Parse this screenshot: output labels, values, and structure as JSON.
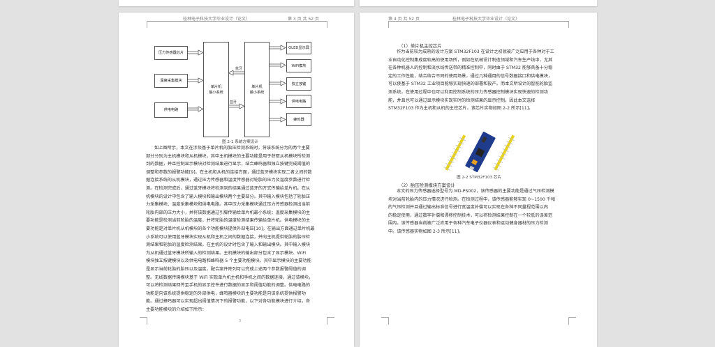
{
  "viewer": {
    "background": "#e2e2e2"
  },
  "page_left": {
    "header_title": "桂林电子科技大学毕业设计（论文）",
    "header_page": "第 3 页  共 52 页",
    "diagram": {
      "left_inputs": [
        "压力传感器芯片",
        "温度采集模块",
        "供电电路"
      ],
      "mcu_left": [
        "单片机",
        "最小系统"
      ],
      "mcu_right": [
        "单片机",
        "最小系统"
      ],
      "link_top": "蓝牙",
      "link_bottom": "蓝牙",
      "right_outputs": [
        "OLED显示屏",
        "WiFi模块",
        "独立按键",
        "供电电路",
        "蜂鸣器"
      ]
    },
    "figure_caption": "图 2-1  系统方案设计",
    "body_lines": [
      "如上图所示，本文在涉及基于单片机的胎压检测系统时，将该系统分为的两个主要",
      "部分分别为主机模块和从机模块，其中主机模块的主要功能是用于获取从机模块所检测",
      "到的数据，并且控制显示模块对检测结果进行显示，结合蜂鸣器和独立按键完成阈值的",
      "调整和参数的报警功能[9]。在主机和从机的连接方面，通过蓝牙模块实现二者之间的数",
      "据连接系统的从机模块，通过压力传感器和温度传感器对轮胎的压力及温度参数进行检",
      "测。在检测完成后，通过蓝牙模块将检测到的结果通过蓝牙的方式传输给单片机。在从",
      "机模块的设计中包含了输入模块和输出模块两个主要部分。其中输入模块包括了轮胎压",
      "力采集模块、温度采集模块和供电电路。其中压力采集模块通过压力传感器检测出当前",
      "轮胎内部的压力大小，并将该数据通过引脚传输给单片机最小系统；温度采集模块的主",
      "要功能是检测当前轮胎的温度，并将轮胎的温度检测结果传输给单片机。供电模块的主",
      "要功能是对单片机从机模块的各个功能模块提供外部电压[10]。在输出方面通过单片机最",
      "小系统可以使用蓝牙模块实现从机和主机之间的数据连接，并向主机提供轮胎的胎压检",
      "测结果和轮胎的温度检测结果。在主机的设计时包含了输入和输出模块。其中输入模块",
      "为从机通过蓝牙模块所输入的检测结果。主机模块的输出部分包含了显示模块、WiFi",
      "模块独立按键模块以及供电电路和蜂鸣器 5 个主要功能模块。其中显示模块的主要功能",
      "是显示当前轮胎的胎压以及温度，配合案件阵列可以完成上述两个参数报警阈值的调",
      "整。无线数据传输模块基于 WiFi 实现单片机主机和手机之间的数据连接，通过该模块，",
      "可以将检测结果回传至手机的显示控件进行数据的显示和阈值功能的调整。供电电路的",
      "功能是向该系统提供稳定的外部供电，蜂鸣器模块的主要功能是向该系统提供报警功",
      "能。通过蜂鸣器可以实现超出阈值情况下的报警功能，以下对各功能模块进行介绍，各",
      "主要功能模块的介绍如下所示："
    ],
    "page_number": "3"
  },
  "page_right": {
    "header_page": "第 4 页  共 52 页",
    "header_title": "桂林电子科技大学毕业设计（论文）",
    "section1_heading": "（1）单片机主控芯片",
    "section1_lines": [
      "作为当前较为成熟的设计方案 STM32F103 在设计之初就被广泛应用于各种对于工",
      "业自动化控制集成度较高的使用场所，例如在机械设计制造领域和汽车生产线中，尤其",
      "在各种机器人的控制和流水线传送带的精准控制中，同时由于 STM32 能够具备十分稳",
      "定的工作性能，结合结合不同的使用场景，通过几种通用的信号数据接口和供电模块，",
      "可以使基于 STM32 工业项目能够实现快速的部署和投产。而本文所设计的智能轮胎监",
      "测系统，在使用过程中也可以利用控制系统的压力传感器控制模块实现快速的检测功",
      "能，并且也可以通过显示模块实现实时的检测结果的显示控制。因此本文选择",
      "STM32F103 作为主机和从机的主控芯片，该芯片实物如图 2-2 所示[11]。"
    ],
    "figure_caption": "图 2-2 STM32F103 芯片",
    "section2_heading": "（2）胎压检测模块方案设计",
    "section2_lines": [
      "本文的压力传感器选择型号为 MD-PS002，该传感器的主要功能是通过气压检测模",
      "块对当前轮胎内的压力情况进行检测。在检测过程中，该传感器能够实现 0~1500 千帕",
      "的气压检测并且通过输出标准信号进行宽温度补偿可以实现在各种不同量程范围以内",
      "的稳定使用，通过数字补偿和漂移控制技术，可以将检测结果控制在一个较低的误差范",
      "围内。该传感器当前被广泛应用于各种汽车电子仪器仪表和运动健身器材的压力检测",
      "中。该传感器实物如图 2-3 所示[11]。"
    ]
  }
}
